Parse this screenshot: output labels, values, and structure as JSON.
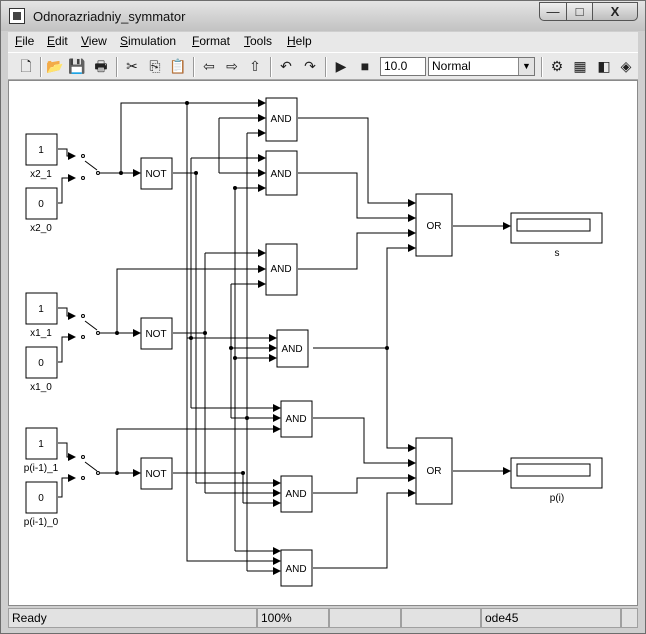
{
  "window": {
    "title": "Odnorazriadniy_symmator"
  },
  "window_buttons": {
    "minimize": "—",
    "maximize": "□",
    "close": "X"
  },
  "menu": [
    "File",
    "Edit",
    "View",
    "Simulation",
    "Format",
    "Tools",
    "Help"
  ],
  "toolbar": {
    "icons": [
      "new-icon",
      "open-icon",
      "save-icon",
      "print-icon",
      "cut-icon",
      "copy-icon",
      "paste-icon",
      "back-icon",
      "forward-icon",
      "up-icon",
      "undo-icon",
      "redo-icon",
      "play-icon",
      "stop-icon"
    ],
    "glyphs": [
      "🗋",
      "📂",
      "💾",
      "🖶",
      "✂",
      "⎘",
      "📋",
      "⇦",
      "⇨",
      "⇧",
      "↶",
      "↷",
      "▶",
      "■"
    ],
    "stop_time": "10.0",
    "mode": "Normal",
    "right_glyphs": [
      "⚙",
      "▦",
      "◧",
      "◈"
    ]
  },
  "diagram": {
    "constants": [
      {
        "value": "1",
        "label": "x2_1"
      },
      {
        "value": "0",
        "label": "x2_0"
      },
      {
        "value": "1",
        "label": "x1_1"
      },
      {
        "value": "0",
        "label": "x1_0"
      },
      {
        "value": "1",
        "label": "p(i-1)_1"
      },
      {
        "value": "0",
        "label": "p(i-1)_0"
      }
    ],
    "not_label": "NOT",
    "and_label": "AND",
    "or_label": "OR",
    "displays": [
      "s",
      "p(i)"
    ]
  },
  "status": {
    "ready": "Ready",
    "zoom": "100%",
    "solver": "ode45"
  }
}
